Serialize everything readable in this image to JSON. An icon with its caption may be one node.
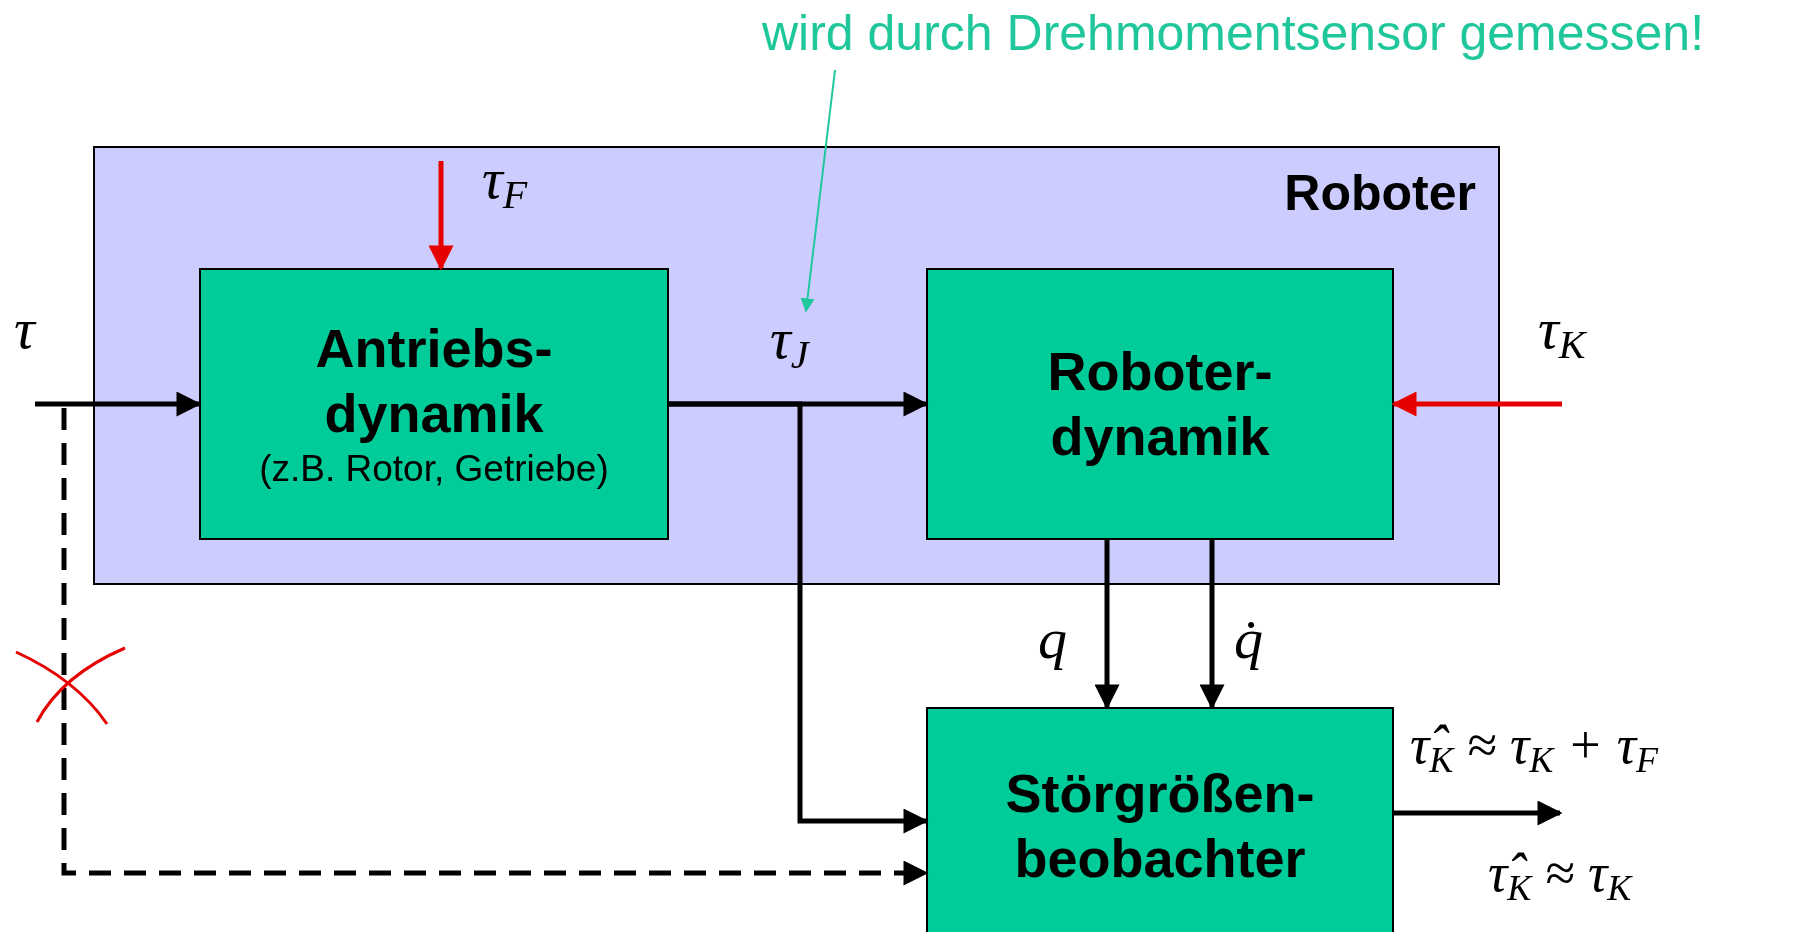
{
  "diagram": {
    "nodes": [
      {
        "text": [
          "Roboter"
        ]
      },
      {
        "text": [
          "Antriebs- dynamik",
          "(z.B. Rotor, Getriebe)"
        ],
        "in": 0
      },
      {
        "text": [
          "Roboter- dynamik"
        ],
        "in": 0
      },
      {
        "text": [
          "Störgrößen- beobachter"
        ]
      },
      {
        "text": [
          "wird durch Drehmomentsensor gemessen!"
        ]
      }
    ],
    "edges": [
      {
        "from": null,
        "to": 1,
        "arrow": "to",
        "label": "τ"
      },
      {
        "from": null,
        "to": 1,
        "arrow": "to",
        "label": "τ$_{F}$",
        "color": "#e60000"
      },
      {
        "from": 1,
        "to": 2,
        "arrow": "to",
        "label": "τ$_{J}$"
      },
      {
        "from": null,
        "to": 2,
        "arrow": "to",
        "label": "τ$_{K}$",
        "color": "#e60000"
      },
      {
        "from": 2,
        "to": 3,
        "arrow": "to",
        "label": "q"
      },
      {
        "from": 2,
        "to": 3,
        "arrow": "to",
        "label": "q̇"
      },
      {
        "from": 1,
        "to": 3,
        "arrow": "to"
      },
      {
        "from": null,
        "to": 3,
        "arrow": "to",
        "style": "dashed"
      },
      {
        "from": 3,
        "to": null,
        "arrow": "to"
      },
      {
        "from": 4,
        "to": null,
        "arrow": "to",
        "color": "#1fc79b"
      }
    ],
    "labels": [
      "τ̂$_{K}$ ≈ τ$_{K}$ + τ$_{F}$",
      "τ̂$_{K}$ ≈ τ$_{K}$"
    ]
  }
}
